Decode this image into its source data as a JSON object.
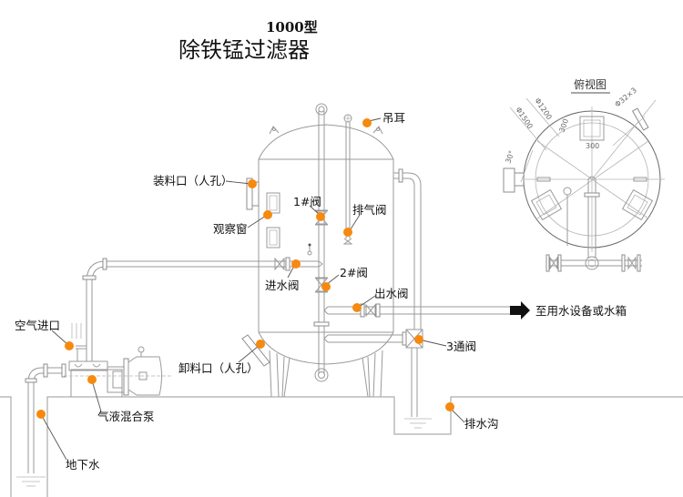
{
  "title": {
    "model": "1000型",
    "main": "除铁锰过滤器"
  },
  "top_view": {
    "title": "俯视图",
    "dims": {
      "d1500": "Φ1500",
      "d1200": "Φ1200",
      "d32x3": "Φ32×3",
      "d300a": "300",
      "d300b": "300",
      "angle": "30°"
    }
  },
  "labels": {
    "lifting_lug": "吊耳",
    "loading_port": "装料口（人孔）",
    "sight_window": "观察窗",
    "valve1": "1#阀",
    "vent_valve": "排气阀",
    "inlet_valve": "进水阀",
    "valve2": "2#阀",
    "outlet_valve": "出水阀",
    "to_equipment": "至用水设备或水箱",
    "three_way_valve": "3通阀",
    "air_inlet": "空气进口",
    "unloading_port": "卸料口（人孔）",
    "pump": "气液混合泵",
    "groundwater": "地下水",
    "drain": "排水沟"
  },
  "colors": {
    "marker": "#f7890f",
    "line": "#9a9a9a",
    "text": "#111111"
  }
}
